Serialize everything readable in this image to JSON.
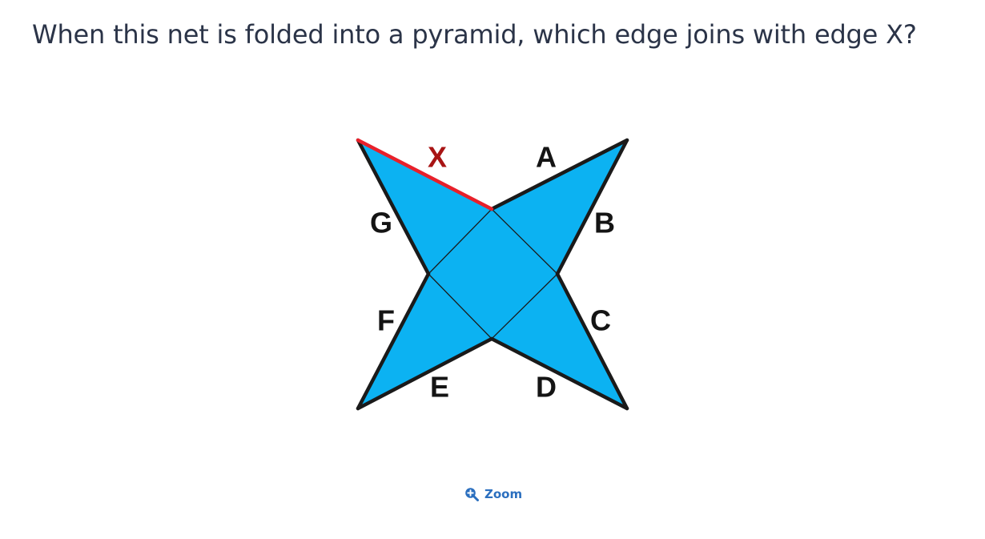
{
  "question": {
    "text": "When this net is folded into a pyramid, which edge joins with edge X?"
  },
  "net_diagram": {
    "fill_color": "#0cb2f2",
    "outline_color": "#1a1a1a",
    "highlight_color": "#e8202a",
    "highlight_label_color": "#a81414",
    "labels": {
      "x": "X",
      "a": "A",
      "b": "B",
      "c": "C",
      "d": "D",
      "e": "E",
      "f": "F",
      "g": "G"
    }
  },
  "zoom": {
    "label": "Zoom",
    "icon": "zoom-in-icon"
  }
}
